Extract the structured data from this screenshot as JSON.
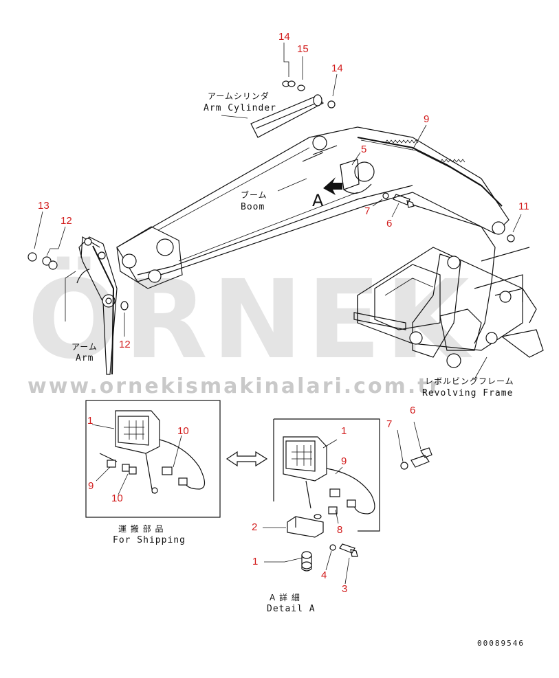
{
  "labels": {
    "arm_cylinder_jp": "アームシリンダ",
    "arm_cylinder_en": "Arm Cylinder",
    "boom_jp": "ブーム",
    "boom_en": "Boom",
    "arm_jp": "アーム",
    "arm_en": "Arm",
    "revolving_frame_jp": "レボルビングフレーム",
    "revolving_frame_en": "Revolving Frame",
    "for_shipping_jp": "運 搬 部 品",
    "for_shipping_en": "For Shipping",
    "detail_a_jp": "A 詳 細",
    "detail_a_en": "Detail A",
    "view_letter": "A"
  },
  "callouts": {
    "c14a": "14",
    "c15": "15",
    "c14b": "14",
    "c9": "9",
    "c5": "5",
    "c7": "7",
    "c6": "6",
    "c11": "11",
    "c13": "13",
    "c12a": "12",
    "c12b": "12",
    "s1": "1",
    "s10a": "10",
    "s9": "9",
    "s10b": "10",
    "d1": "1",
    "d7": "7",
    "d6": "6",
    "d9": "9",
    "d2": "2",
    "d8": "8",
    "d1b": "1",
    "d4": "4",
    "d3": "3"
  },
  "watermark": {
    "brand": "ÖRNEK",
    "url": "www.ornekismakinalari.com.tr",
    "color": "#cfcfcf"
  },
  "document_number": "00089546",
  "colors": {
    "callout": "#d21c1c",
    "line": "#111111"
  }
}
